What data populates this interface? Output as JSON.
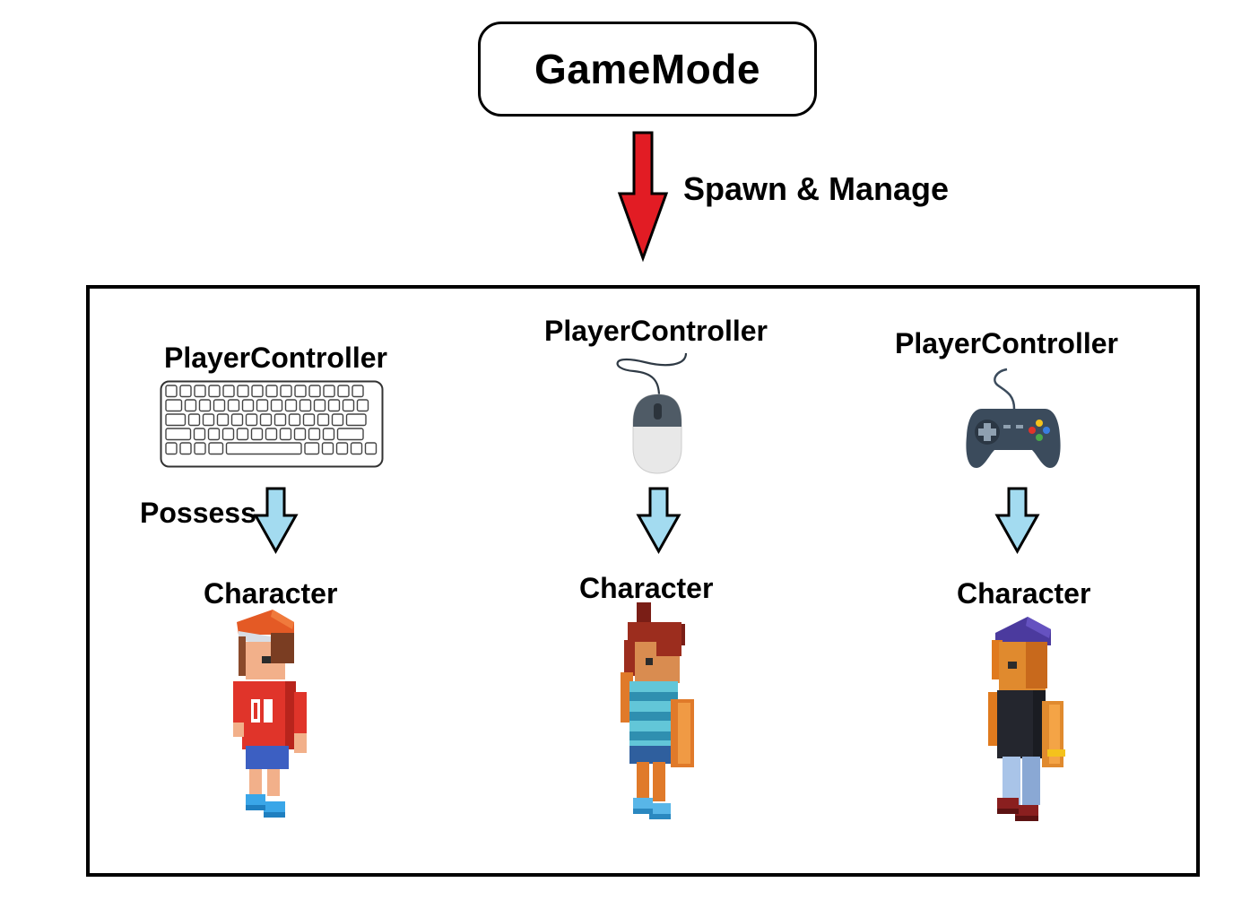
{
  "top": {
    "title": "GameMode",
    "edge_label": "Spawn & Manage"
  },
  "columns": [
    {
      "controller_label": "PlayerController",
      "device_icon": "keyboard-icon",
      "edge_label": "Possess",
      "pawn_label": "Character"
    },
    {
      "controller_label": "PlayerController",
      "device_icon": "mouse-icon",
      "edge_label": "",
      "pawn_label": "Character"
    },
    {
      "controller_label": "PlayerController",
      "device_icon": "gamepad-icon",
      "edge_label": "",
      "pawn_label": "Character"
    }
  ],
  "colors": {
    "spawn_arrow": "#e21c24",
    "possess_arrow": "#a3dbf0",
    "gamepad": "#3b4b5c",
    "mouse_body": "#e8e8e8",
    "mouse_top": "#4f5b66"
  }
}
